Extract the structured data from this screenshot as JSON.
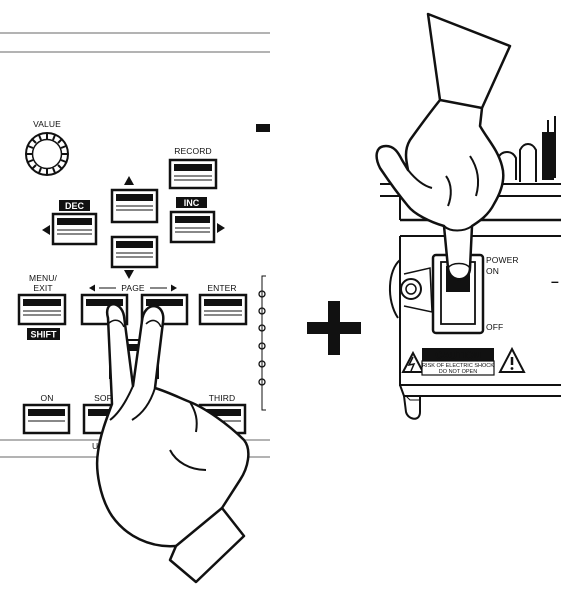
{
  "panel": {
    "value_label": "VALUE",
    "record_label": "RECORD",
    "dec_label": "DEC",
    "inc_label": "INC",
    "menu_label_1": "MENU/",
    "menu_label_2": "EXIT",
    "page_label": "PAGE",
    "enter_label": "ENTER",
    "shift_label": "SHIFT",
    "on_label": "ON",
    "second_label_partial": "SOF",
    "third_label": "THIRD",
    "upper_label_partial": "UPP",
    "hidden_label_partial": "Y"
  },
  "operator": {
    "plus_sign": "+"
  },
  "power": {
    "power_label": "POWER",
    "on_label": "ON",
    "off_label": "OFF",
    "caution_title": "CAUTION",
    "caution_line1": "RISK OF ELECTRIC SHOCK",
    "caution_line2": "DO NOT OPEN"
  },
  "colors": {
    "ink": "#111111",
    "paper": "#ffffff",
    "rule": "#9a9a9a"
  },
  "icons": [
    "value-dial-icon",
    "up-arrow-icon",
    "down-arrow-icon",
    "left-arrow-icon",
    "right-arrow-icon",
    "hand-two-fingers-icon",
    "hand-pointing-icon",
    "warning-triangle-icon",
    "lightning-icon"
  ]
}
